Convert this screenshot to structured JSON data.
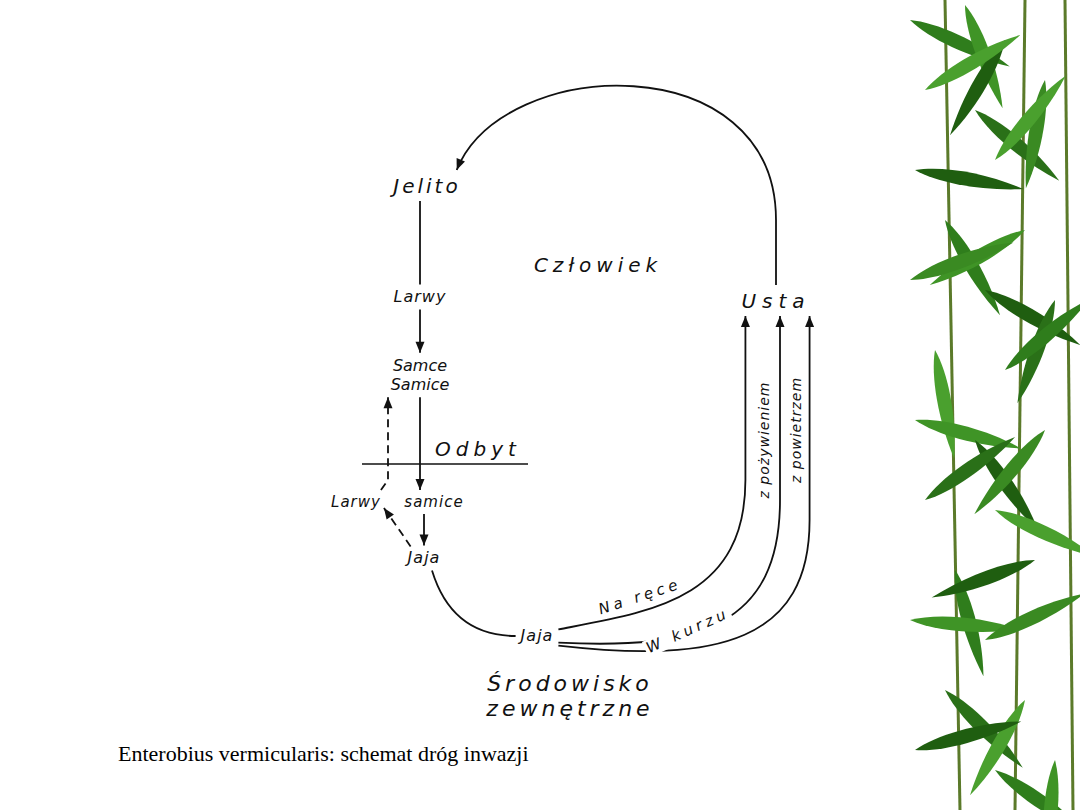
{
  "diagram": {
    "caption": "Enterobius vermicularis: schemat dróg inwazji",
    "nodes": [
      {
        "text": [
          "Jelito"
        ]
      },
      {
        "text": [
          "Larwy"
        ]
      },
      {
        "text": [
          "Samce Samice"
        ]
      },
      {
        "text": [
          "samice"
        ]
      },
      {
        "text": [
          "Larwy"
        ]
      },
      {
        "text": [
          "Jaja"
        ]
      },
      {
        "text": [
          "Jaja"
        ]
      },
      {
        "text": [
          "Usta"
        ]
      }
    ],
    "edges": [
      {
        "from": 0,
        "to": 1,
        "arrow": "none"
      },
      {
        "from": 1,
        "to": 2,
        "arrow": "to"
      },
      {
        "from": 2,
        "to": 3,
        "arrow": "to"
      },
      {
        "from": 3,
        "to": 5,
        "arrow": "to"
      },
      {
        "from": 5,
        "to": 4,
        "arrow": "to"
      },
      {
        "from": 4,
        "to": 2,
        "arrow": "to"
      },
      {
        "from": 5,
        "to": 6,
        "arrow": "none"
      },
      {
        "from": 6,
        "to": 7,
        "label": "Na ręce",
        "arrow": "to"
      },
      {
        "from": 6,
        "to": 7,
        "label": "z pożywieniem",
        "arrow": "to"
      },
      {
        "from": 6,
        "to": 7,
        "label": "z powietrzem",
        "arrow": "to"
      },
      {
        "from": 7,
        "to": 0,
        "arrow": "to"
      }
    ],
    "labels": [
      "Człowiek",
      "Odbyt",
      "W kurzu",
      "Środowisko zewnętrzne"
    ]
  }
}
